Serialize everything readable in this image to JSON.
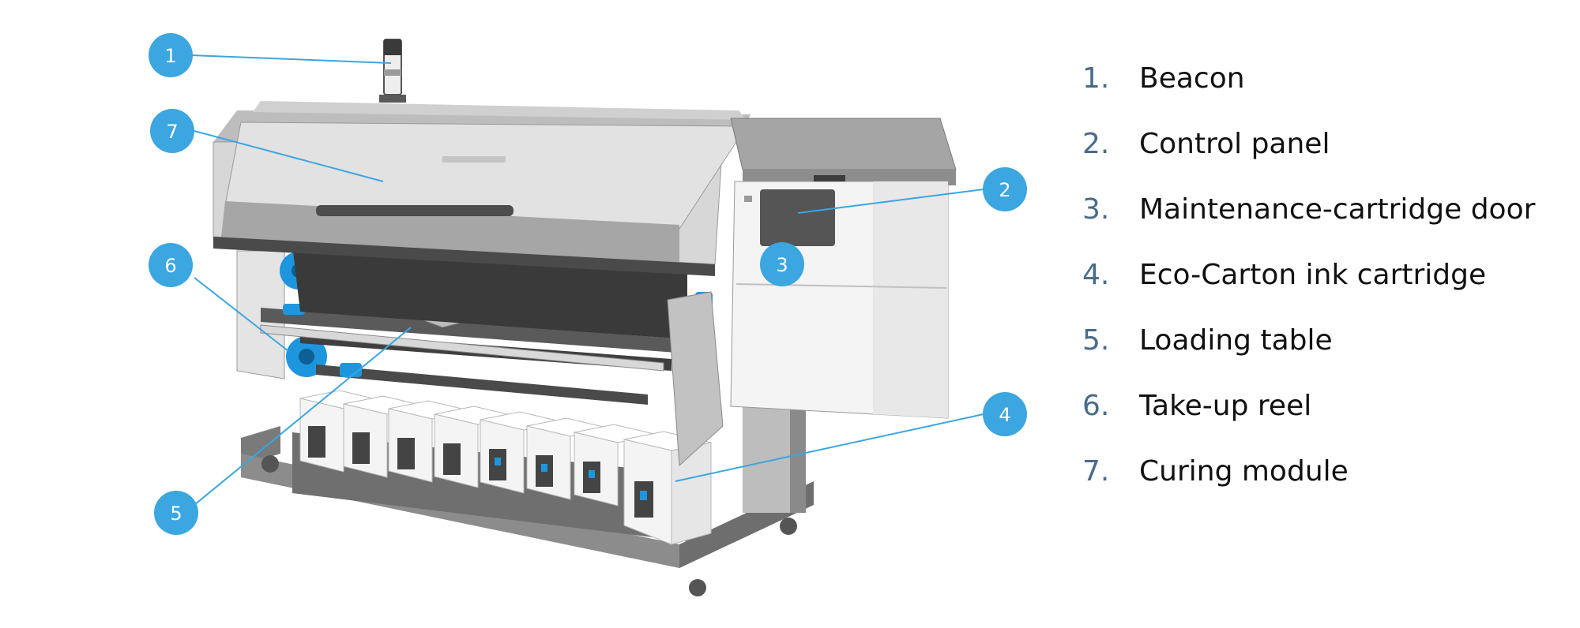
{
  "theme": {
    "callout_color": "#3ba6e0",
    "number_color": "#4a6b8a",
    "text_color": "#111111",
    "accent_blue": "#1e96de",
    "body_light": "#f2f2f2",
    "body_mid": "#c9c9c9",
    "body_dark": "#5a5a5a",
    "cover_glass": "#dedede"
  },
  "callouts": [
    {
      "id": 1,
      "label": "1"
    },
    {
      "id": 2,
      "label": "2"
    },
    {
      "id": 3,
      "label": "3"
    },
    {
      "id": 4,
      "label": "4"
    },
    {
      "id": 5,
      "label": "5"
    },
    {
      "id": 6,
      "label": "6"
    },
    {
      "id": 7,
      "label": "7"
    }
  ],
  "legend": [
    {
      "number": "1.",
      "label": "Beacon"
    },
    {
      "number": "2.",
      "label": "Control panel"
    },
    {
      "number": "3.",
      "label": "Maintenance-cartridge door"
    },
    {
      "number": "4.",
      "label": "Eco-Carton ink cartridge"
    },
    {
      "number": "5.",
      "label": "Loading table"
    },
    {
      "number": "6.",
      "label": "Take-up reel"
    },
    {
      "number": "7.",
      "label": "Curing module"
    }
  ]
}
